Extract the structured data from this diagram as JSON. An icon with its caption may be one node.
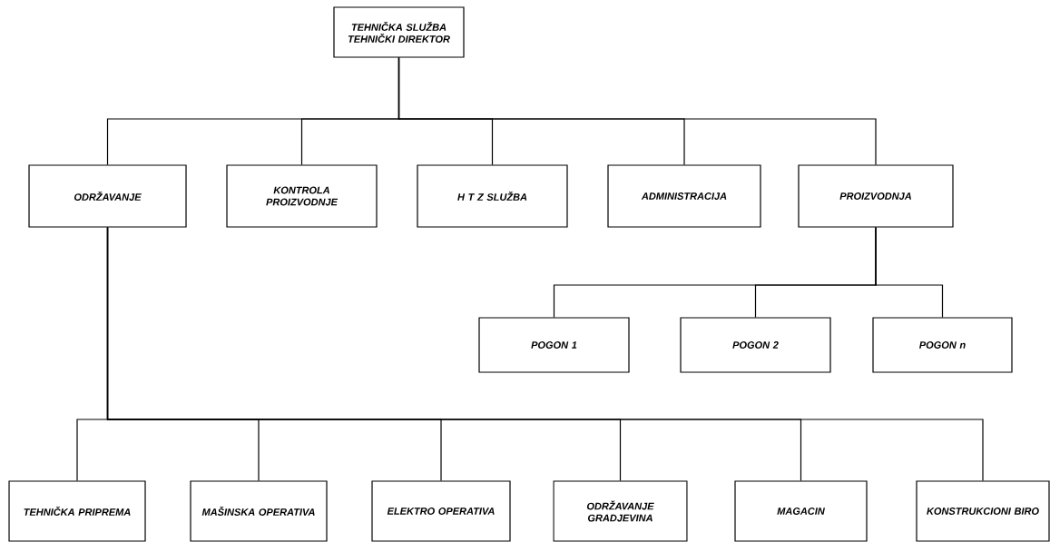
{
  "diagram": {
    "nodes": [
      {
        "text": [
          "TEHNIČKA SLUŽBA TEHNIČKI DIREKTOR"
        ]
      },
      {
        "text": [
          "ODRŽAVANJE"
        ]
      },
      {
        "text": [
          "KONTROLA PROIZVODNJE"
        ]
      },
      {
        "text": [
          "H T Z SLUŽBA"
        ]
      },
      {
        "text": [
          "ADMINISTRACIJA"
        ]
      },
      {
        "text": [
          "PROIZVODNJA"
        ]
      },
      {
        "text": [
          "POGON 1"
        ]
      },
      {
        "text": [
          "POGON 2"
        ]
      },
      {
        "text": [
          "POGON n"
        ]
      },
      {
        "text": [
          "TEHNIČKA PRIPREMA"
        ]
      },
      {
        "text": [
          "MAŠINSKA OPERATIVA"
        ]
      },
      {
        "text": [
          "ELEKTRO OPERATIVA"
        ]
      },
      {
        "text": [
          "ODRŽAVANJE GRADJEVINA"
        ]
      },
      {
        "text": [
          "MAGACIN"
        ]
      },
      {
        "text": [
          "KONSTRUKCIONI BIRO"
        ]
      }
    ],
    "edges": [
      {
        "from": 0,
        "to": 1,
        "arrow": "none"
      },
      {
        "from": 0,
        "to": 2,
        "arrow": "none"
      },
      {
        "from": 0,
        "to": 3,
        "arrow": "none"
      },
      {
        "from": 0,
        "to": 4,
        "arrow": "none"
      },
      {
        "from": 0,
        "to": 5,
        "arrow": "none"
      },
      {
        "from": 5,
        "to": 6,
        "arrow": "none"
      },
      {
        "from": 5,
        "to": 7,
        "arrow": "none"
      },
      {
        "from": 5,
        "to": 8,
        "arrow": "none"
      },
      {
        "from": 1,
        "to": 9,
        "arrow": "none"
      },
      {
        "from": 1,
        "to": 10,
        "arrow": "none"
      },
      {
        "from": 1,
        "to": 11,
        "arrow": "none"
      },
      {
        "from": 1,
        "to": 12,
        "arrow": "none"
      },
      {
        "from": 1,
        "to": 13,
        "arrow": "none"
      },
      {
        "from": 1,
        "to": 14,
        "arrow": "none"
      }
    ]
  }
}
